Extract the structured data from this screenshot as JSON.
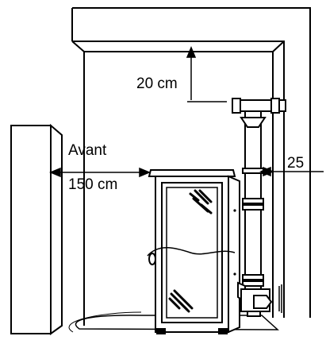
{
  "labels": {
    "top_clearance": "20 cm",
    "front_word": "Avant",
    "front_clearance": "150 cm",
    "side_clearance": "25"
  },
  "colors": {
    "ink": "#000000",
    "paper": "#ffffff",
    "wall_shadow": "#d9d9d9",
    "glass_shade": "#e6e6e6",
    "floor_plate": "#bdbdbd"
  }
}
